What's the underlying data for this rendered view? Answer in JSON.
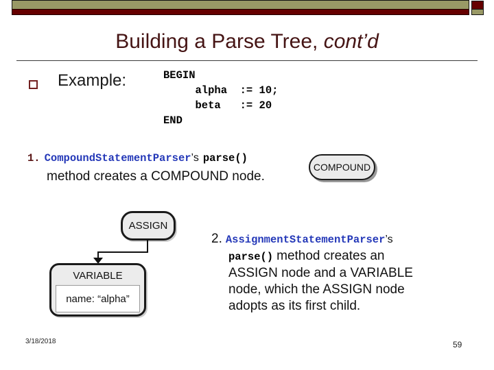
{
  "title": {
    "main": "Building a Parse Tree, ",
    "emph": "cont’d"
  },
  "example": {
    "label": "Example:",
    "code_lines": [
      "BEGIN",
      "     alpha  := 10;",
      "     beta   := 20",
      "END"
    ]
  },
  "step1": {
    "number": "1.",
    "class_name": "CompoundStatementParser",
    "possessive": "’s",
    "method": "parse()",
    "line2": "method creates a COMPOUND node."
  },
  "step2": {
    "number": "2.",
    "class_name": "AssignmentStatementParser",
    "possessive": "’s",
    "method": "parse()",
    "line2": "method creates an",
    "line3": "ASSIGN node and a VARIABLE",
    "line4": "node, which the ASSIGN node",
    "line5": "adopts as its first child."
  },
  "diagram": {
    "compound_label": "COMPOUND",
    "assign_label": "ASSIGN",
    "variable_label": "VARIABLE",
    "variable_attr": "name: “alpha”"
  },
  "footer": {
    "date": "3/18/2018",
    "page": "59"
  },
  "colors": {
    "header_olive": "#999966",
    "header_maroon": "#660000",
    "title_text": "#451414",
    "class_name_blue": "#2438b8",
    "step_number_maroon": "#5a1515",
    "node_fill": "#ebebeb",
    "node_border": "#1a1a1a"
  }
}
